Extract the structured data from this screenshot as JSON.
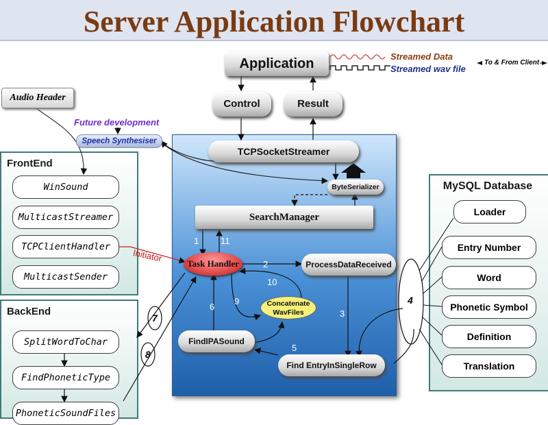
{
  "title": "Server Application Flowchart",
  "application": "Application",
  "control": "Control",
  "result": "Result",
  "legend": {
    "streamed_data": "Streamed Data",
    "streamed_wav": "Streamed wav file",
    "to_from_client": "To & From Client"
  },
  "audio_header": "Audio Header",
  "future_development": "Future development",
  "speech_synthesiser": "Speech Synthesiser",
  "frontend": {
    "title": "FrontEnd",
    "items": [
      "WinSound",
      "MulticastStreamer",
      "TCPClientHandler",
      "MulticastSender"
    ]
  },
  "backend": {
    "title": "BackEnd",
    "items": [
      "SplitWordToChar",
      "FindPhoneticType",
      "PhoneticSoundFiles"
    ]
  },
  "server": {
    "tcp": "TCPSocketStreamer",
    "byte_serializer": "ByteSerializer",
    "search_manager": "SearchManager",
    "task_handler": "Task Handler",
    "process_data": "ProcessDataReceived",
    "concatenate": [
      "Concatenate",
      "WavFiles"
    ],
    "find_ipa": "FindIPASound",
    "find_entry": "Find EntryInSingleRow"
  },
  "initiator": "Initiator",
  "numbers": [
    "1",
    "11",
    "2",
    "10",
    "9",
    "6",
    "3",
    "5",
    "4",
    "7",
    "8"
  ],
  "mysql": {
    "title": "MySQL Database",
    "items": [
      "Loader",
      "Entry Number",
      "Word",
      "Phonetic Symbol",
      "Definition",
      "Translation"
    ]
  },
  "colors": {
    "title": "#7a3b12",
    "legend_text": "#8b3d0f",
    "legend_blue": "#1f2f8a",
    "future": "#6a2fc7",
    "initiator": "#d01010",
    "task_handler": "#e24848",
    "concatenate": "#f5f07a"
  }
}
